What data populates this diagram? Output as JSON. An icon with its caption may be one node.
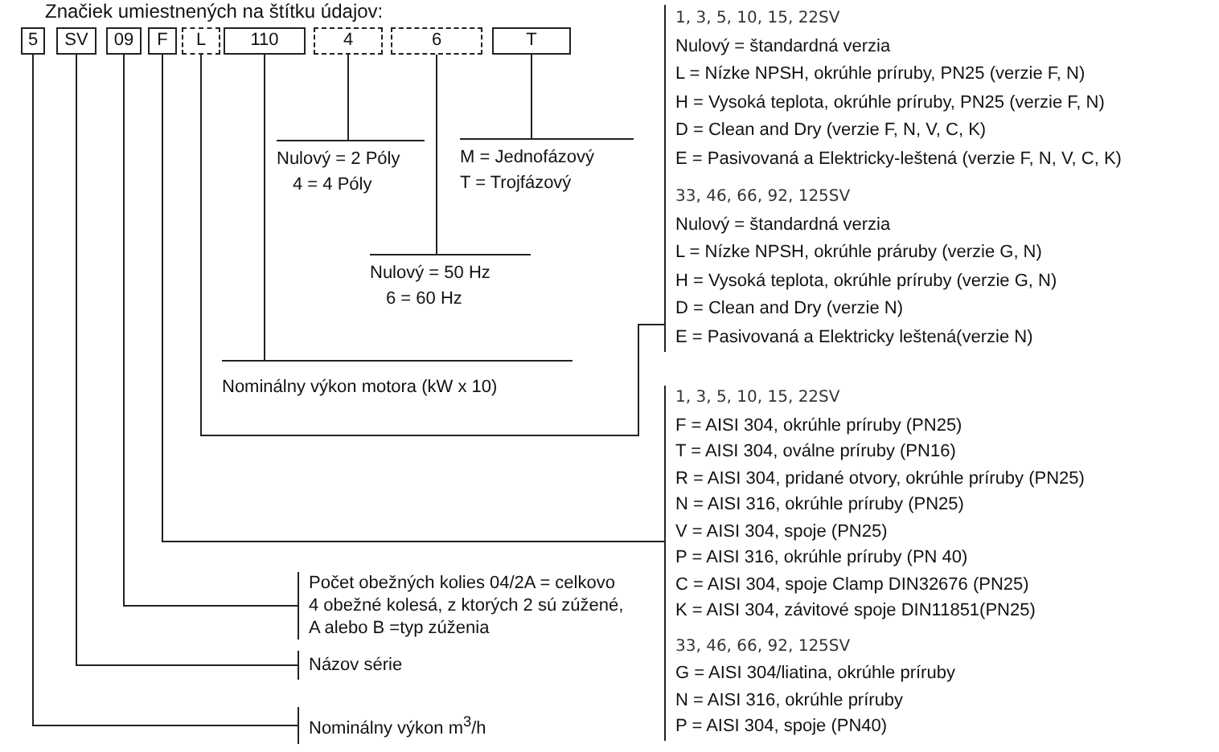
{
  "diagram": {
    "title": "Značiek umiestnených na štítku údajov:",
    "nodes": [
      {
        "text": [
          "5"
        ]
      },
      {
        "text": [
          "SV"
        ]
      },
      {
        "text": [
          "09"
        ]
      },
      {
        "text": [
          "F"
        ]
      },
      {
        "text": [
          "L"
        ]
      },
      {
        "text": [
          "110"
        ]
      },
      {
        "text": [
          "4"
        ]
      },
      {
        "text": [
          "6"
        ]
      },
      {
        "text": [
          "T"
        ]
      },
      {
        "text": [
          "Nulový = 2 Póly",
          "4 = 4 Póly"
        ]
      },
      {
        "text": [
          "M = Jednofázový",
          "T = Trojfázový"
        ]
      },
      {
        "text": [
          "Nulový = 50 Hz",
          "6 = 60 Hz"
        ]
      },
      {
        "text": [
          "Nominálny výkon motora (kW x 10)"
        ]
      },
      {
        "text": [
          "1, 3, 5, 10, 15, 22SV",
          "Nulový = štandardná verzia",
          "L = Nízke NPSH, okrúhle príruby, PN25 (verzie F, N)",
          "H = Vysoká teplota, okrúhle príruby, PN25 (verzie F, N)",
          "D = Clean and Dry (verzie F, N, V, C, K)",
          "E = Pasivovaná a Elektricky-leštená (verzie F, N, V, C, K)",
          "33, 46, 66, 92, 125SV",
          "Nulový = štandardná verzia",
          "L = Nízke NPSH, okrúhle práruby (verzie G, N)",
          "H = Vysoká teplota, okrúhle príruby (verzie G, N)",
          "D = Clean and Dry (verzie N)",
          "E = Pasivovaná a Elektricky leštená(verzie N)"
        ]
      },
      {
        "text": [
          "1, 3, 5, 10, 15, 22SV",
          "F = AISI 304, okrúhle príruby (PN25)",
          "T = AISI 304, oválne príruby (PN16)",
          "R = AISI 304, pridané otvory, okrúhle príruby (PN25)",
          "N = AISI 316, okrúhle príruby (PN25)",
          "V = AISI 304, spoje (PN25)",
          "P = AISI 316, okrúhle príruby (PN 40)",
          "C = AISI 304, spoje Clamp DIN32676 (PN25)",
          "K = AISI 304, závitové spoje DIN11851(PN25)",
          "33, 46, 66, 92, 125SV",
          "G = AISI 304/liatina, okrúhle príruby",
          "N = AISI 316, okrúhle príruby",
          "P = AISI 304, spoje (PN40)"
        ]
      },
      {
        "text": [
          "Počet obežných kolies 04/2A = celkovo 4 obežné kolesá, z ktorých 2 sú zúžené, A alebo B =typ zúženia"
        ]
      },
      {
        "text": [
          "Názov série"
        ]
      },
      {
        "text": [
          "Nominálny výkon m$^{3}$/h"
        ]
      }
    ],
    "edges": [
      {
        "from": 0,
        "to": 17,
        "arrow": "none"
      },
      {
        "from": 1,
        "to": 16,
        "arrow": "none"
      },
      {
        "from": 2,
        "to": 15,
        "arrow": "none"
      },
      {
        "from": 3,
        "to": 14,
        "arrow": "none"
      },
      {
        "from": 4,
        "to": 13,
        "arrow": "none"
      },
      {
        "from": 5,
        "to": 12,
        "arrow": "none"
      },
      {
        "from": 6,
        "to": 9,
        "arrow": "none"
      },
      {
        "from": 7,
        "to": 11,
        "arrow": "none"
      },
      {
        "from": 8,
        "to": 10,
        "arrow": "none"
      }
    ]
  }
}
